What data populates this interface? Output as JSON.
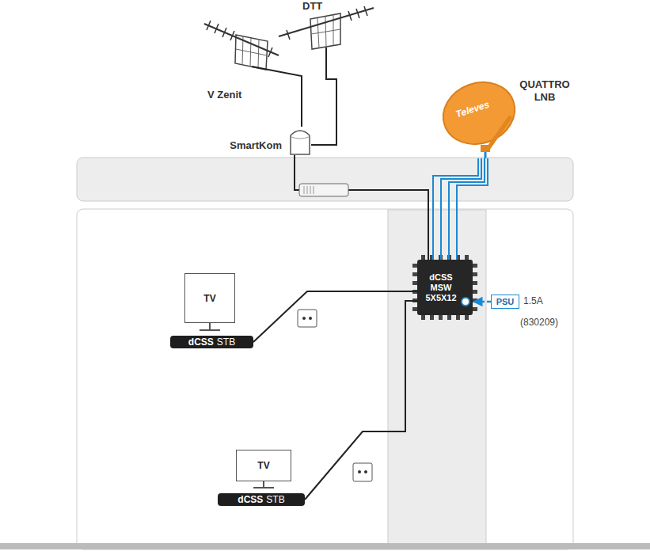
{
  "diagram": {
    "nodes": [
      {
        "text": [
          "SmartKom"
        ]
      },
      {
        "text": [
          "Televes",
          "QUATTRO LNB"
        ]
      },
      {
        "text": [
          "dCSS MSW 5X5X12"
        ]
      },
      {
        "text": [
          "PSU"
        ]
      },
      {
        "text": [
          "TV"
        ]
      },
      {
        "text": [
          "dCSS",
          "STB"
        ]
      },
      {
        "text": [
          "TV"
        ]
      },
      {
        "text": [
          "dCSS",
          "STB"
        ]
      }
    ],
    "edges": [
      {
        "from": 0,
        "to": 2,
        "arrow": "none"
      },
      {
        "from": 1,
        "to": 2,
        "arrow": "none"
      },
      {
        "from": 1,
        "to": 2,
        "arrow": "none"
      },
      {
        "from": 1,
        "to": 2,
        "arrow": "none"
      },
      {
        "from": 1,
        "to": 2,
        "arrow": "none"
      },
      {
        "from": 3,
        "to": 2,
        "arrow": "to"
      },
      {
        "from": 2,
        "to": 5,
        "arrow": "none"
      },
      {
        "from": 2,
        "to": 7,
        "arrow": "none"
      }
    ],
    "labels": [
      "DTT",
      "V Zenit",
      "1.5A",
      "(830209)"
    ]
  }
}
